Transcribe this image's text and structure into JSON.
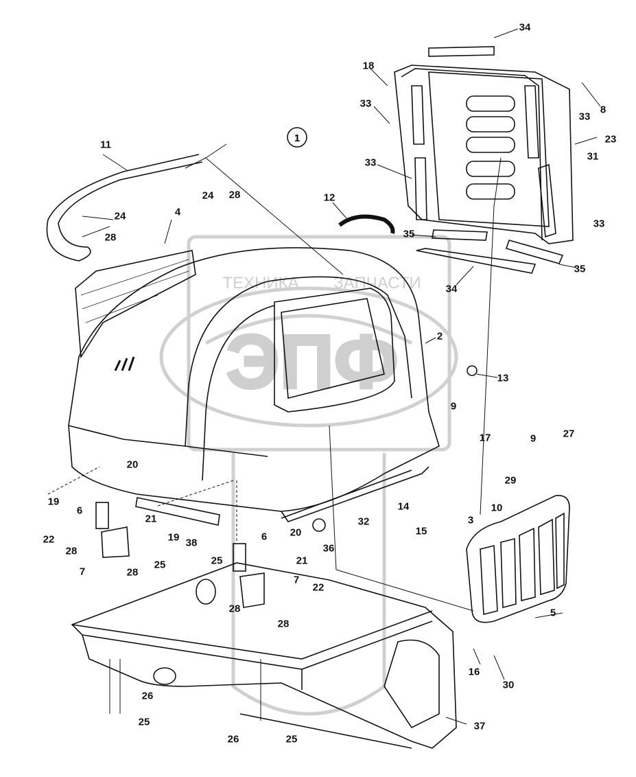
{
  "figure_number": "1",
  "watermark": {
    "left_text": "ТЕХНИКА",
    "right_text": "ЗАПЧАСТИ",
    "logo_text": "ЭПФ"
  },
  "colors": {
    "line": "#111111",
    "watermark": "#cfcfcf",
    "background": "#ffffff"
  },
  "callouts": [
    "34",
    "18",
    "8",
    "33",
    "33",
    "23",
    "31",
    "33",
    "33",
    "35",
    "35",
    "34",
    "11",
    "24",
    "28",
    "12",
    "24",
    "28",
    "4",
    "2",
    "13",
    "9",
    "17",
    "9",
    "27",
    "29",
    "10",
    "14",
    "15",
    "32",
    "3",
    "36",
    "20",
    "19",
    "21",
    "6",
    "19",
    "38",
    "22",
    "28",
    "7",
    "28",
    "25",
    "6",
    "20",
    "21",
    "25",
    "7",
    "28",
    "22",
    "28",
    "5",
    "16",
    "30",
    "37",
    "26",
    "25",
    "26",
    "25"
  ]
}
